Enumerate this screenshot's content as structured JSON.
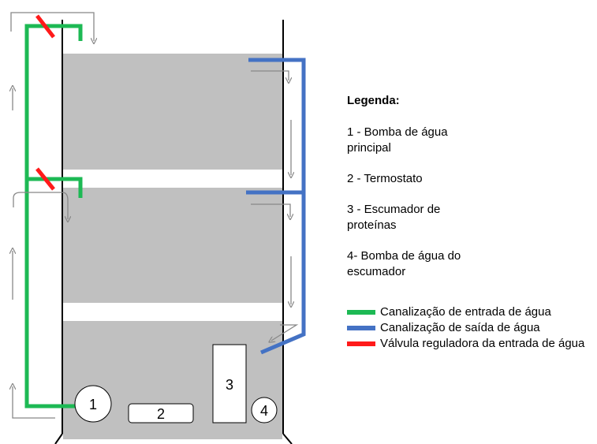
{
  "colors": {
    "inlet_pipe": "#1db954",
    "outlet_pipe": "#4472c4",
    "valve": "#ff1a1a",
    "water": "#c0c0c0",
    "flow_arrow": "#888888",
    "wall": "#000000"
  },
  "components": {
    "pump_main": "1",
    "thermostat": "2",
    "skimmer": "3",
    "pump_skimmer": "4"
  },
  "legend": {
    "title": "Legenda:",
    "items": [
      "1 - Bomba de água principal",
      "2 - Termostato",
      "3 - Escumador de proteínas",
      "4- Bomba de água do escumador"
    ],
    "lines": [
      {
        "label": "Canalização de entrada de água",
        "color": "#1db954"
      },
      {
        "label": "Canalização de saída de água",
        "color": "#4472c4"
      },
      {
        "label": "Válvula reguladora da entrada de água",
        "color": "#ff1a1a"
      }
    ]
  }
}
